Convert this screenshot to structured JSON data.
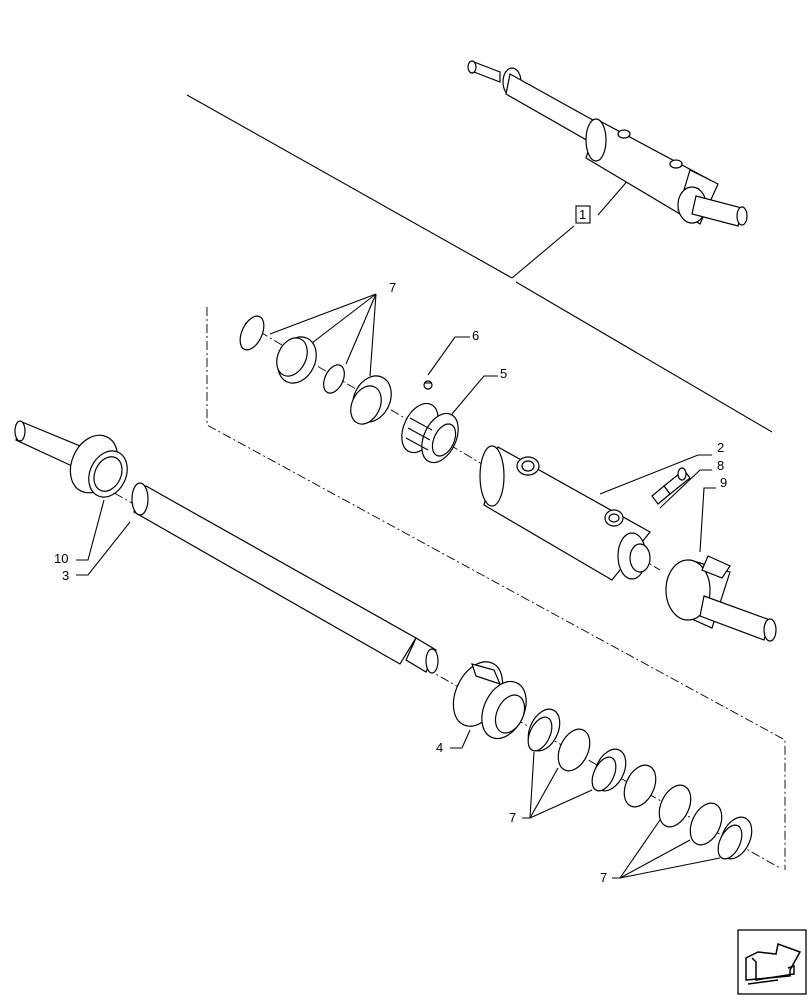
{
  "callouts": {
    "c1": "1",
    "c2": "2",
    "c3": "3",
    "c4": "4",
    "c5": "5",
    "c6": "6",
    "c7a": "7",
    "c7b": "7",
    "c7c": "7",
    "c8": "8",
    "c9": "9",
    "c10": "10"
  },
  "nav": {
    "icon": "arrow-icon"
  }
}
